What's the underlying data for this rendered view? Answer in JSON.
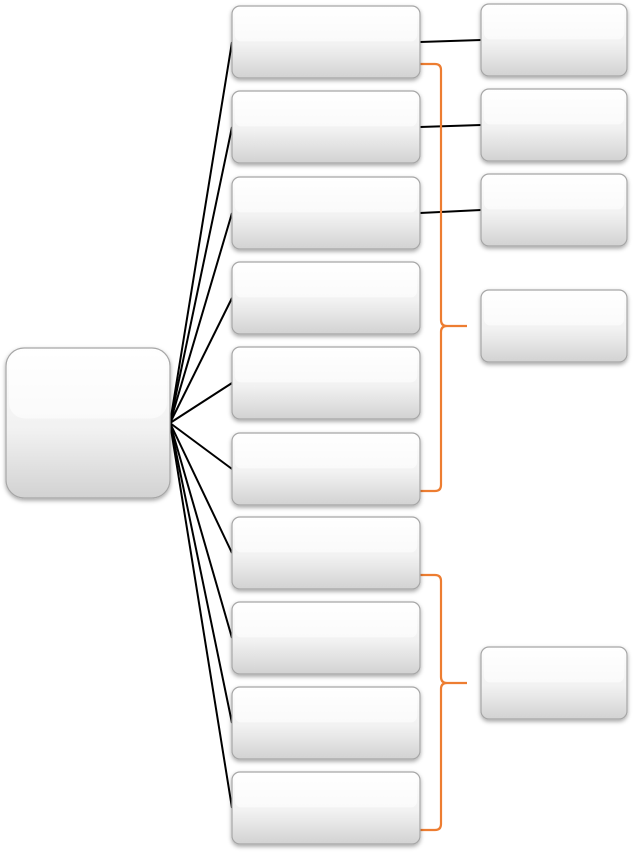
{
  "diagram": {
    "type": "tree",
    "colors": {
      "connector": "#000000",
      "bracket": "#ED7D31",
      "box_top": "#ffffff",
      "box_bottom": "#d2d2d2",
      "box_border": "#a6a6a6"
    },
    "root": {
      "id": "root",
      "label": ""
    },
    "children": [
      {
        "id": "child-1",
        "label": ""
      },
      {
        "id": "child-2",
        "label": ""
      },
      {
        "id": "child-3",
        "label": ""
      },
      {
        "id": "child-4",
        "label": ""
      },
      {
        "id": "child-5",
        "label": ""
      },
      {
        "id": "child-6",
        "label": ""
      },
      {
        "id": "child-7",
        "label": ""
      },
      {
        "id": "child-8",
        "label": ""
      },
      {
        "id": "child-9",
        "label": ""
      },
      {
        "id": "child-10",
        "label": ""
      }
    ],
    "leaves": [
      {
        "id": "leaf-1",
        "label": "",
        "from": "child-1"
      },
      {
        "id": "leaf-2",
        "label": "",
        "from": "child-2"
      },
      {
        "id": "leaf-3",
        "label": "",
        "from": "child-3"
      }
    ],
    "groups": [
      {
        "id": "group-a",
        "label": "",
        "spans": [
          "child-1",
          "child-6"
        ]
      },
      {
        "id": "group-b",
        "label": "",
        "spans": [
          "child-7",
          "child-10"
        ]
      }
    ]
  }
}
